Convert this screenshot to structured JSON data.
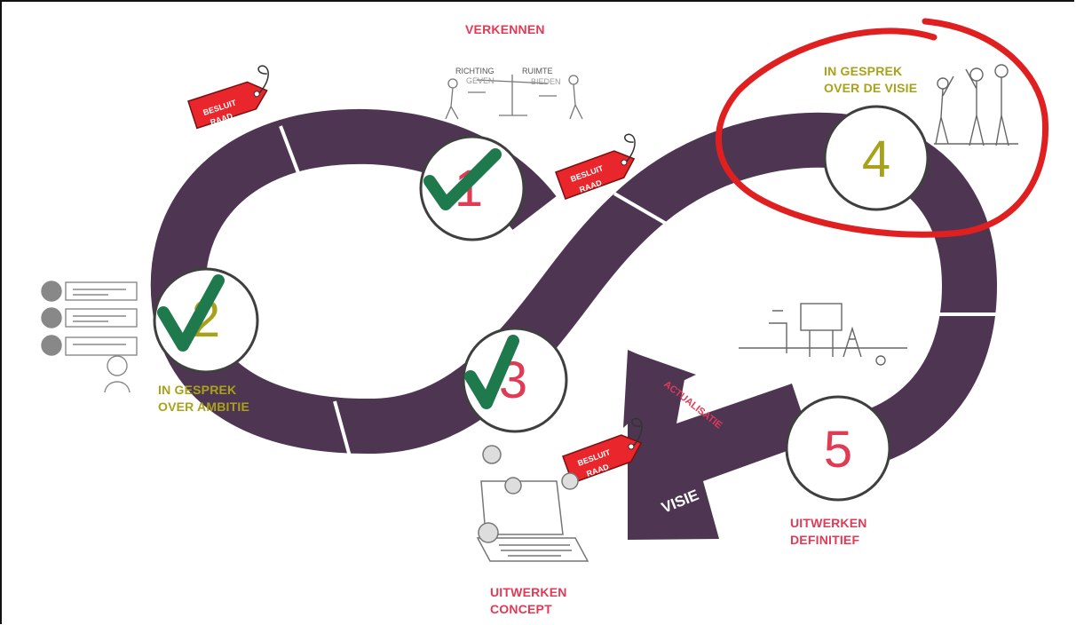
{
  "steps": [
    {
      "number": "1",
      "label_line1": "VERKENNEN",
      "label_line2": "",
      "done": true
    },
    {
      "number": "2",
      "label_line1": "IN GESPREK",
      "label_line2": "OVER AMBITIE",
      "done": true
    },
    {
      "number": "3",
      "label_line1": "UITWERKEN",
      "label_line2": "CONCEPT",
      "done": true
    },
    {
      "number": "4",
      "label_line1": "IN GESPREK",
      "label_line2": "OVER DE VISIE",
      "done": false
    },
    {
      "number": "5",
      "label_line1": "UITWERKEN",
      "label_line2": "DEFINITIEF",
      "done": false
    }
  ],
  "tags": [
    {
      "line1": "BESLUIT",
      "line2": "RAAD"
    },
    {
      "line1": "BESLUIT",
      "line2": "RAAD"
    },
    {
      "line1": "BESLUIT",
      "line2": "RAAD"
    }
  ],
  "arrow": {
    "visie": "VISIE",
    "actualisatie": "ACTUALISATIE"
  },
  "sketch_text": {
    "richting": "RICHTING",
    "geven": "GEVEN",
    "ruimte": "RUIMTE",
    "bieden": "BIEDEN"
  },
  "colors": {
    "track": "#4e3653",
    "red_label": "#e03a55",
    "olive_label": "#a8a21a",
    "check": "#1e7a4c",
    "tag": "#e8262b",
    "highlight": "#e02020"
  }
}
